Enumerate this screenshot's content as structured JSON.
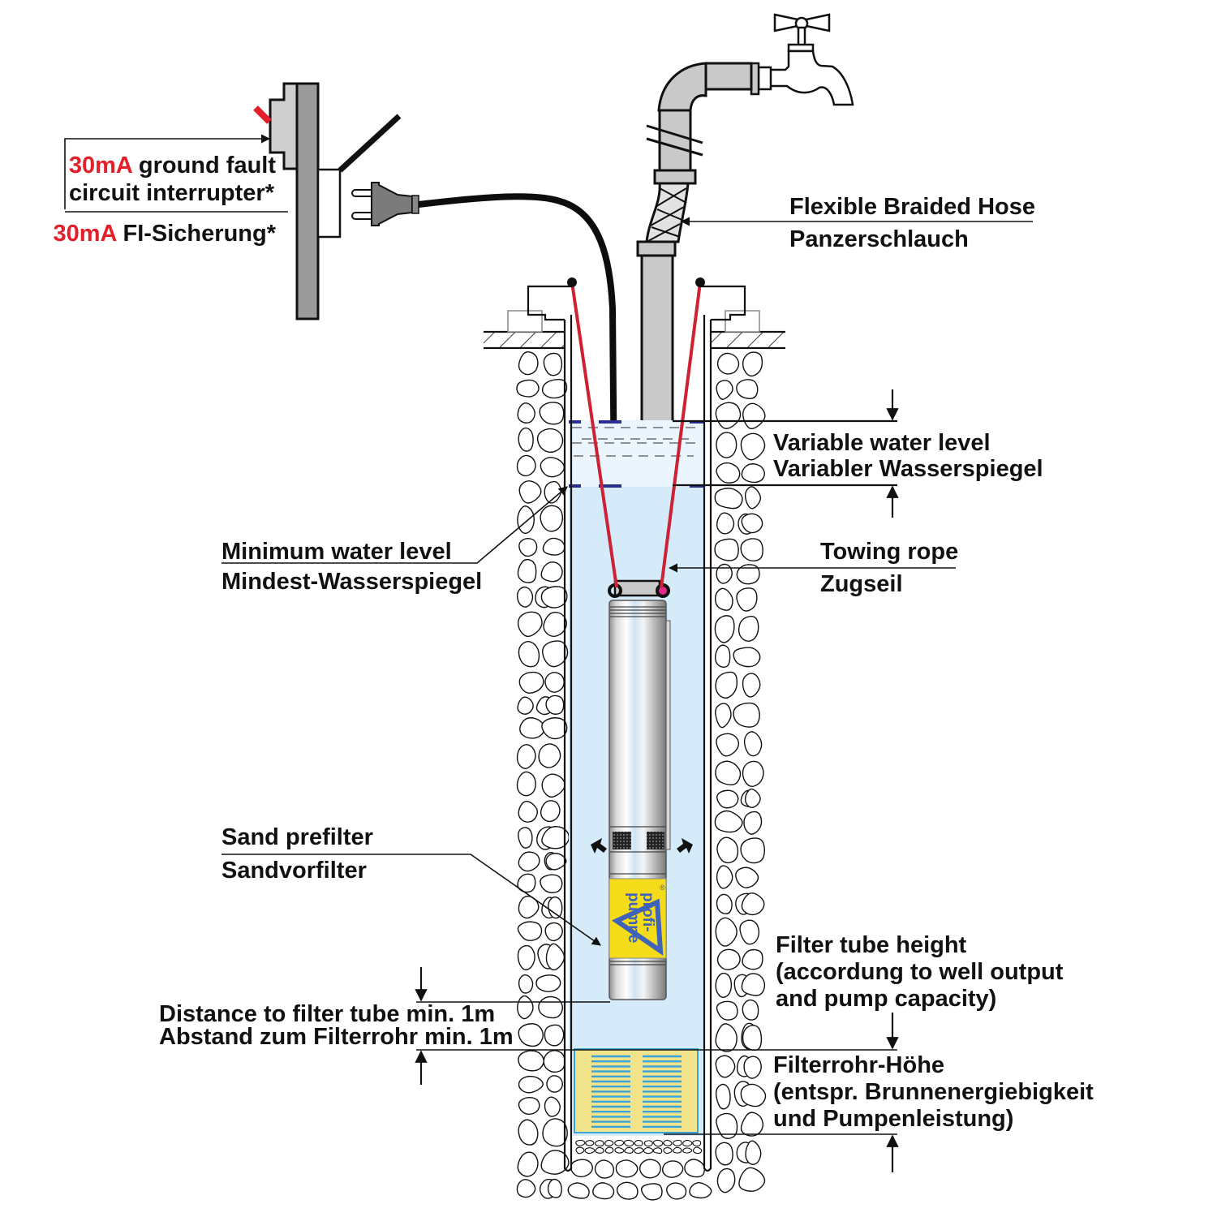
{
  "colors": {
    "accent_red": "#e3202a",
    "rope_red": "#cc2233",
    "water_light": "#eaf5fd",
    "water": "#d6ebfa",
    "level_marker_blue": "#2a2f8f",
    "filter_yellow": "#f3e38a",
    "filter_slot_blue": "#3aa3d8",
    "pipe_gray": "#c9c9c9",
    "label_yellow": "#f4dc1a",
    "logo_blue": "#3f63b8"
  },
  "labels": {
    "gfci": {
      "line1_red": "30mA",
      "line1_black": " ground fault",
      "line2": "circuit interrupter*",
      "de_red": "30mA",
      "de_black": " FI-Sicherung*"
    },
    "hose": {
      "en": "Flexible Braided Hose",
      "de": "Panzerschlauch"
    },
    "variable_level": {
      "en": "Variable water level",
      "de": "Variabler Wasserspiegel"
    },
    "towing_rope": {
      "en": "Towing rope",
      "de": "Zugseil"
    },
    "minimum_level": {
      "en": "Minimum water level",
      "de": "Mindest-Wasserspiegel"
    },
    "sand_prefilter": {
      "en": "Sand prefilter",
      "de": "Sandvorfilter"
    },
    "distance": {
      "en": "Distance to filter tube min. 1m",
      "de": "Abstand zum Filterrohr min. 1m"
    },
    "filter_tube_en": {
      "line1": "Filter tube height",
      "line2": "(accordung to well output",
      "line3": "and pump capacity)"
    },
    "filter_tube_de": {
      "line1": "Filterrohr-Höhe",
      "line2": "(entspr. Brunnenergiebigkeit",
      "line3": "und Pumpenleistung)"
    }
  },
  "pump": {
    "brand_line1": "profi-",
    "brand_line2": "pumpe",
    "registered_mark": "®"
  }
}
